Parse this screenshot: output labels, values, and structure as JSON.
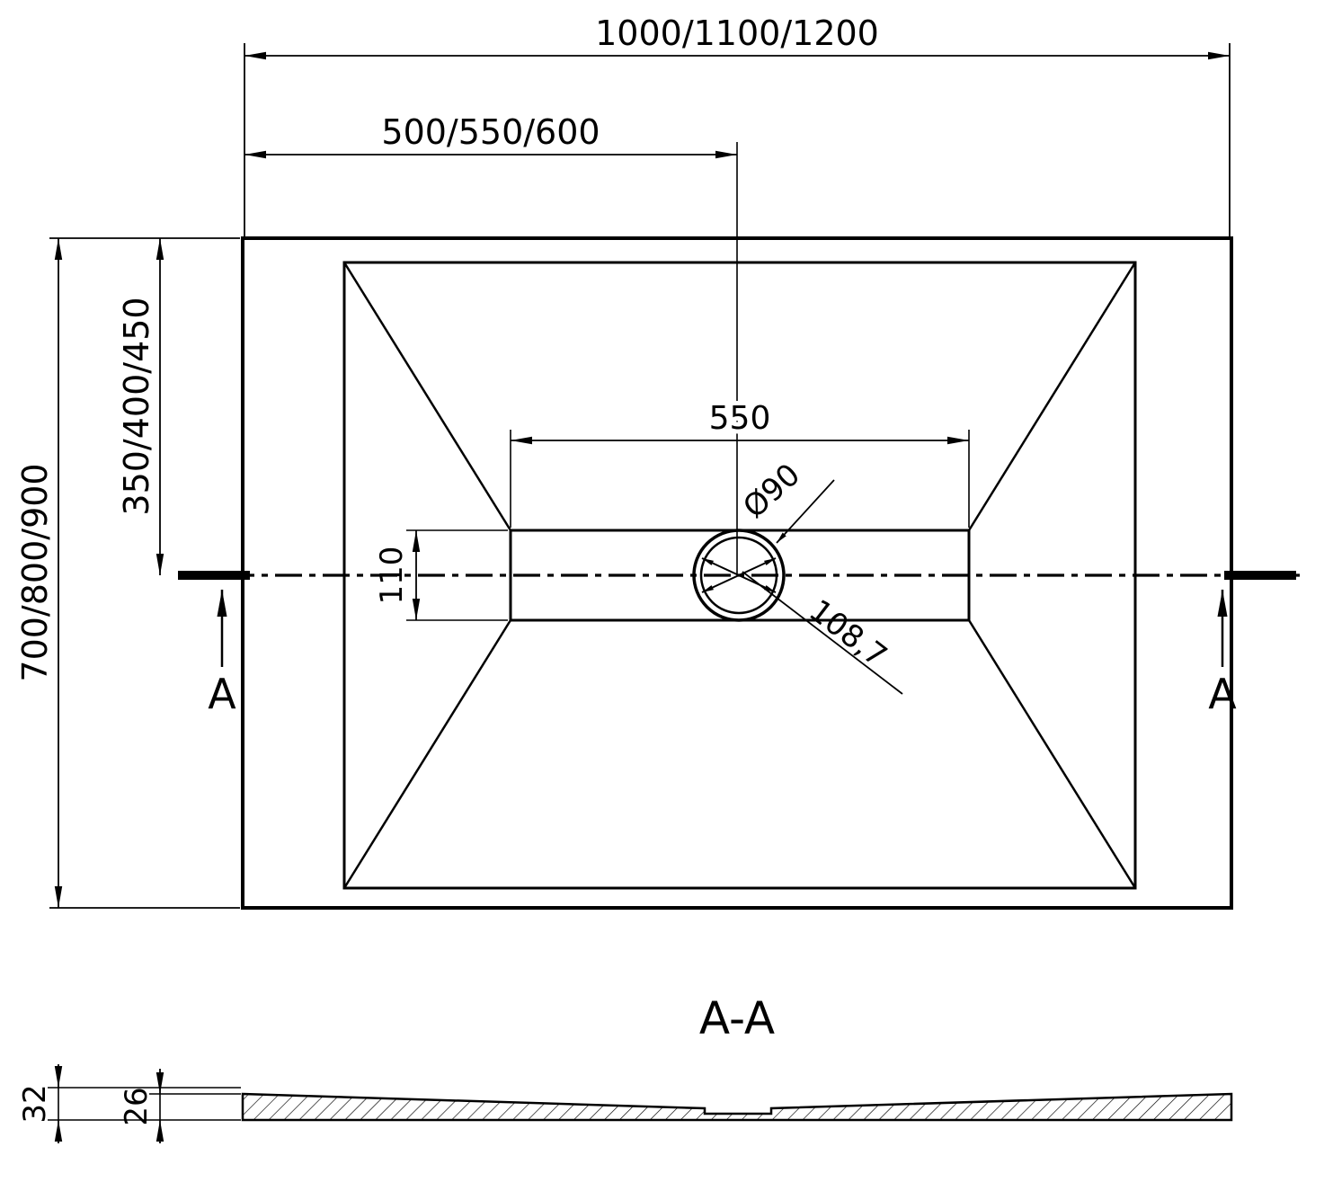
{
  "colors": {
    "line": "#000000",
    "background": "#ffffff"
  },
  "top_view": {
    "overall_width": "1000/1100/1200",
    "drain_offset_x": "500/550/600",
    "overall_depth": "700/800/900",
    "drain_offset_y": "350/400/450",
    "flat_area_width": "550",
    "flat_area_depth": "110",
    "drain_diameter": "Ø90",
    "drain_diagonal": "108,7",
    "section_marker_left": "A",
    "section_marker_right": "A"
  },
  "section_view": {
    "title": "A-A",
    "total_height": "32",
    "edge_thickness": "26"
  }
}
